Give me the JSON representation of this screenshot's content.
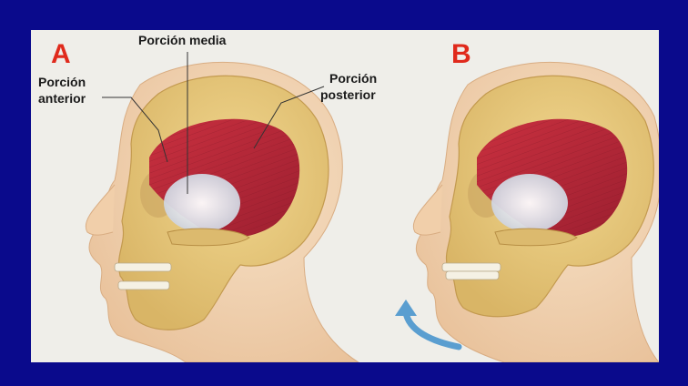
{
  "panels": [
    {
      "letter": "A"
    },
    {
      "letter": "B"
    }
  ],
  "labels": {
    "anterior_line1": "Porción",
    "anterior_line2": "anterior",
    "media": "Porción media",
    "posterior_line1": "Porción",
    "posterior_line2": "posterior"
  },
  "colors": {
    "frame": "#0a0a8c",
    "background": "#efeee9",
    "skin": "#f3d6b6",
    "bone": "#e8c879",
    "muscle": "#b5283a",
    "tendon": "#eceef4",
    "letter": "#e02a1c",
    "arrow": "#5a9ed0"
  }
}
